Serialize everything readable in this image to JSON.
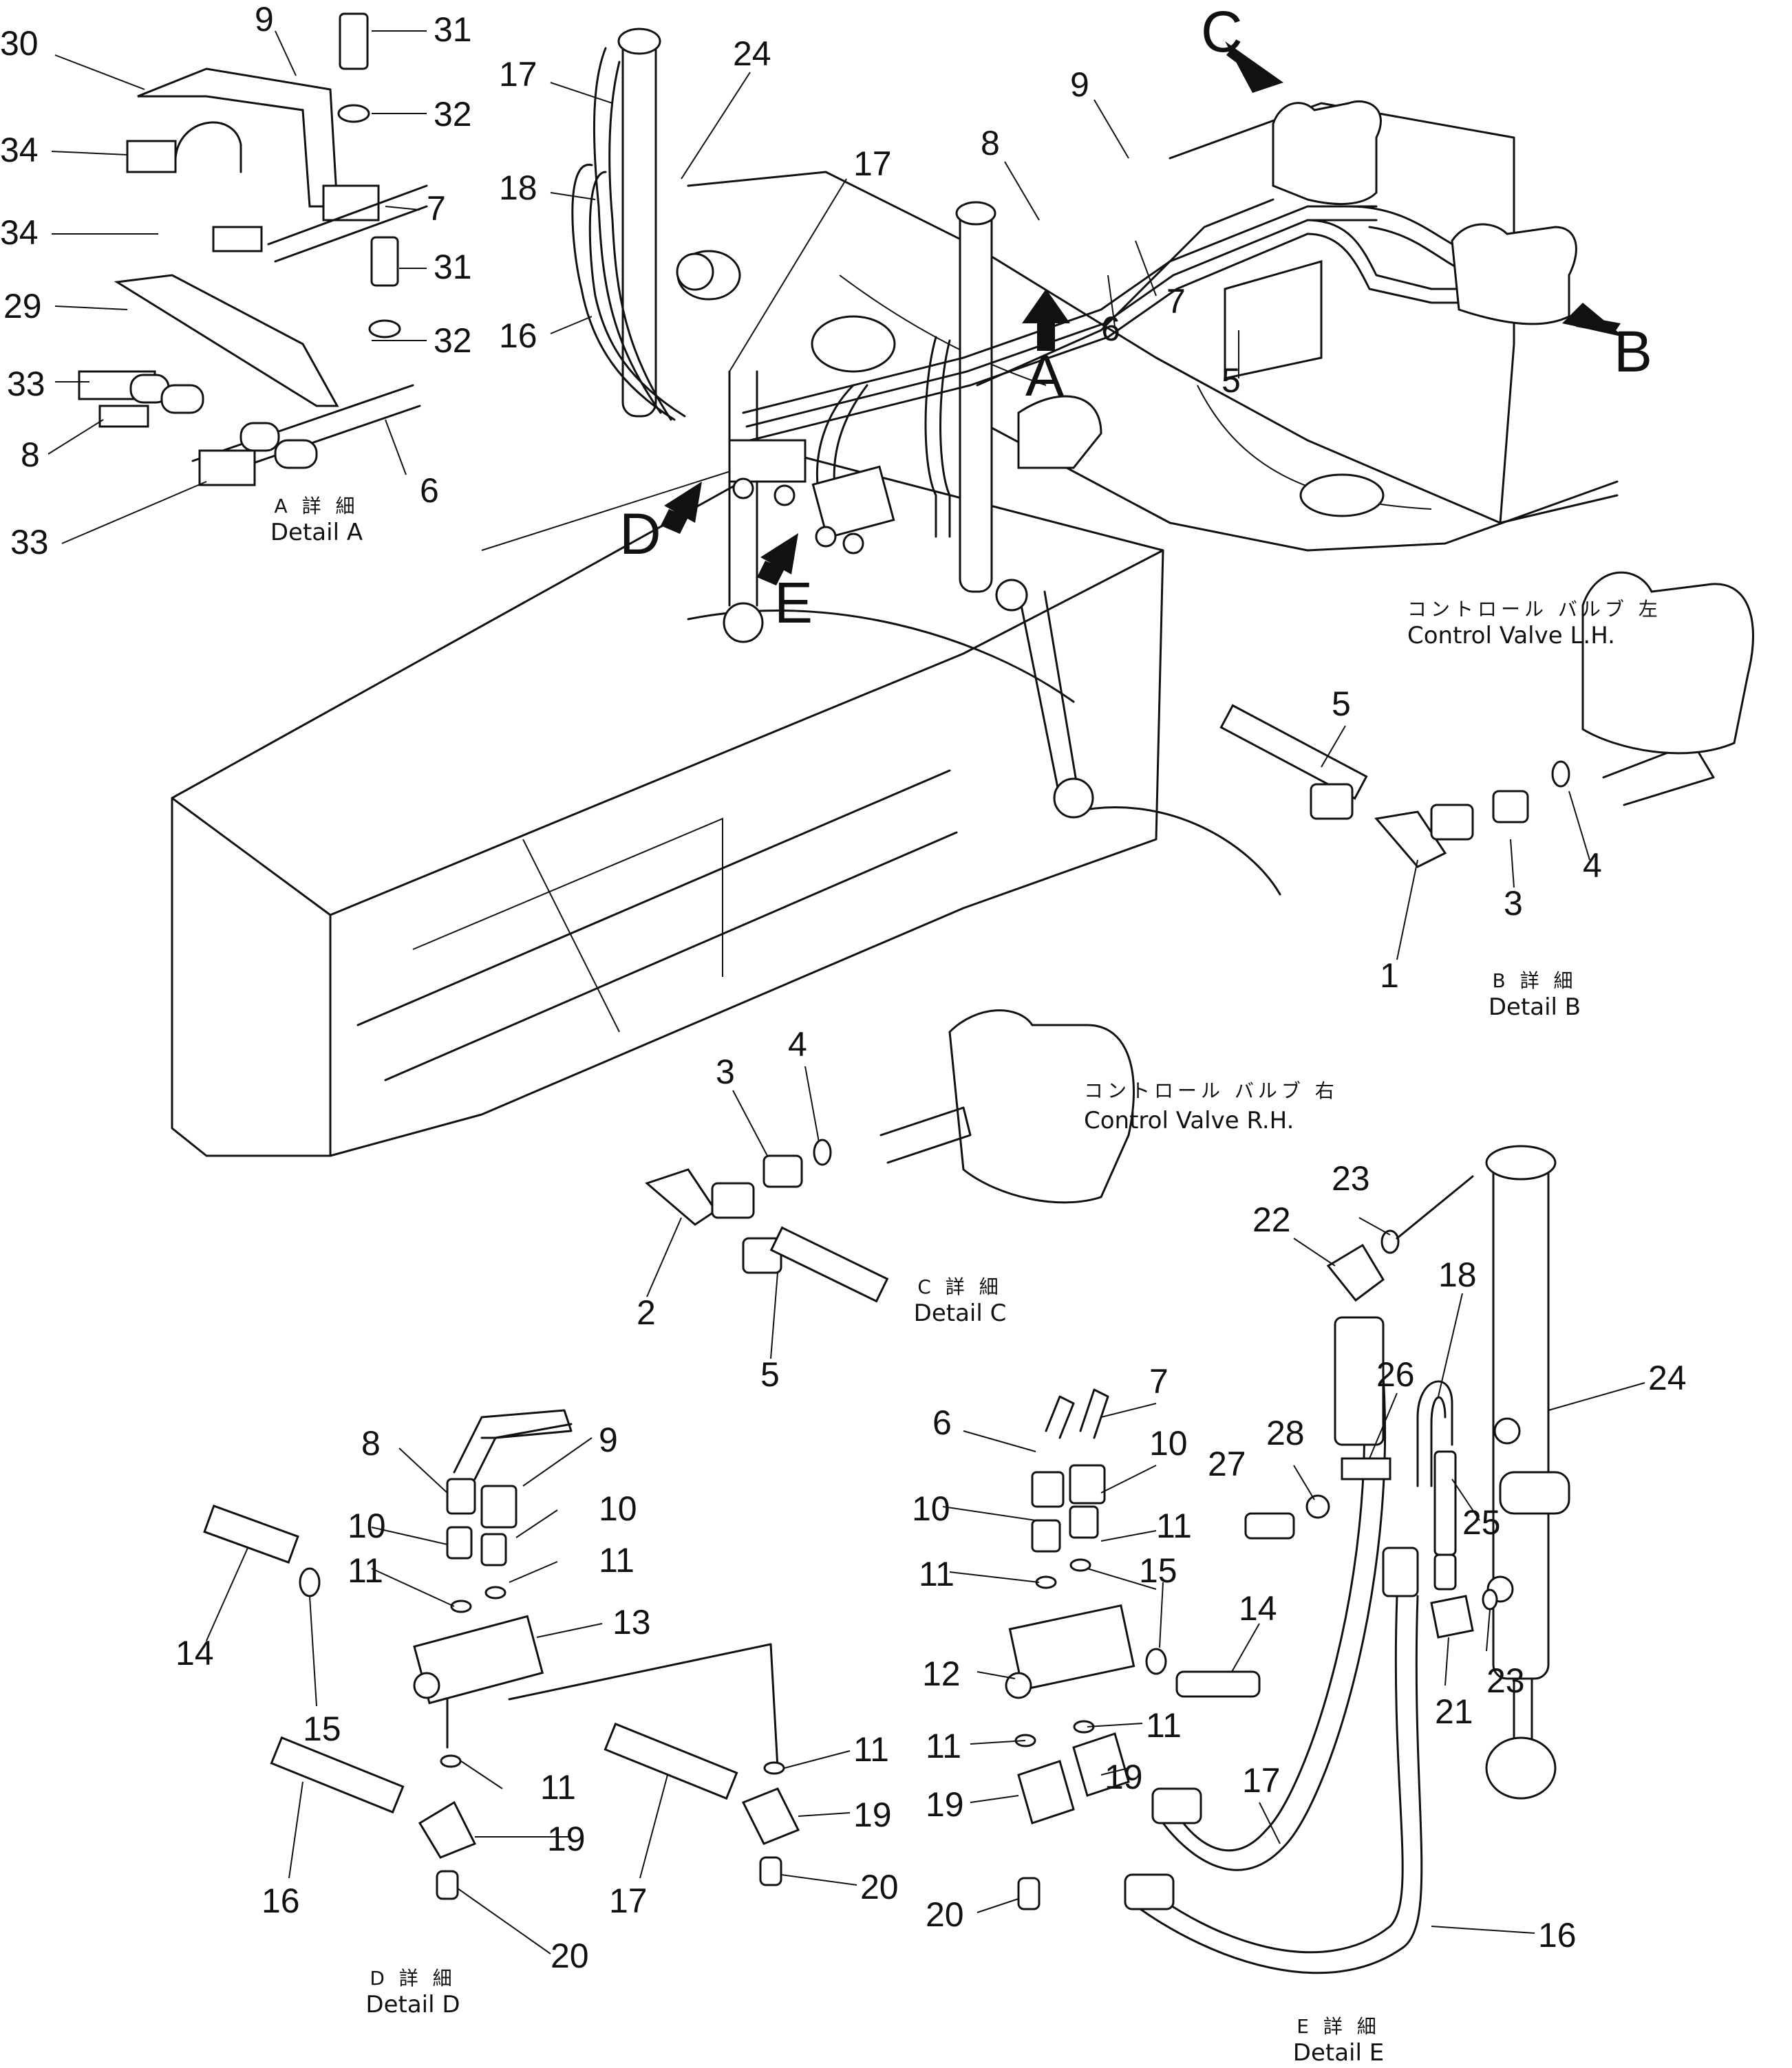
{
  "view_letters": [
    "A",
    "B",
    "C",
    "D",
    "E"
  ],
  "captions": {
    "detail_a": {
      "jp": "A 詳 細",
      "en": "Detail A"
    },
    "detail_b": {
      "jp": "B 詳 細",
      "en": "Detail B"
    },
    "detail_c": {
      "jp": "C 詳 細",
      "en": "Detail C"
    },
    "detail_d": {
      "jp": "D 詳 細",
      "en": "Detail D"
    },
    "detail_e": {
      "jp": "E 詳 細",
      "en": "Detail E"
    }
  },
  "valve_labels": {
    "lh": {
      "jp": "コントロール バルブ 左",
      "en": "Control Valve L.H."
    },
    "rh": {
      "jp": "コントロール バルブ 右",
      "en": "Control Valve R.H."
    }
  },
  "callouts": {
    "a": [
      "30",
      "9",
      "31",
      "32",
      "34",
      "7",
      "34",
      "31",
      "29",
      "32",
      "33",
      "8",
      "6",
      "33"
    ],
    "main": [
      "17",
      "24",
      "18",
      "17",
      "16",
      "8",
      "9",
      "7",
      "6",
      "5"
    ],
    "b": [
      "5",
      "4",
      "3",
      "1"
    ],
    "c": [
      "4",
      "3",
      "2",
      "5"
    ],
    "d": [
      "8",
      "9",
      "10",
      "10",
      "11",
      "11",
      "14",
      "13",
      "15",
      "11",
      "11",
      "19",
      "19",
      "16",
      "17",
      "20",
      "20"
    ],
    "e": [
      "6",
      "7",
      "23",
      "22",
      "18",
      "24",
      "26",
      "10",
      "28",
      "10",
      "11",
      "27",
      "11",
      "15",
      "25",
      "14",
      "12",
      "11",
      "23",
      "21",
      "11",
      "19",
      "19",
      "17",
      "20",
      "16"
    ]
  }
}
